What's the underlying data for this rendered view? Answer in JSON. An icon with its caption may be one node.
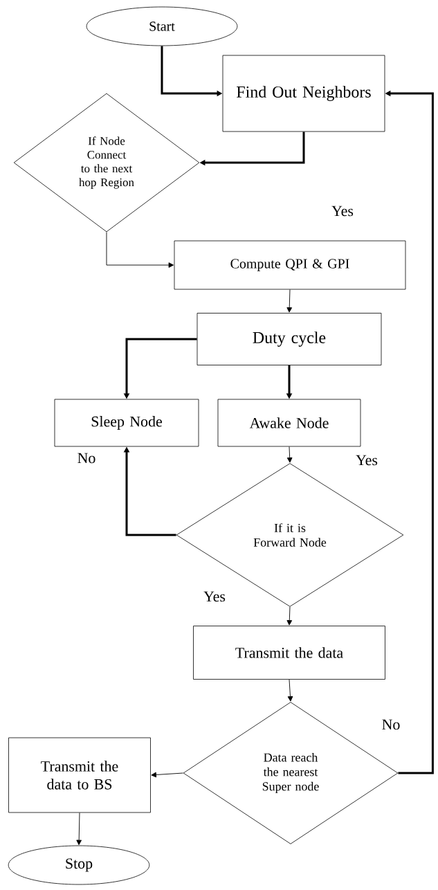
{
  "diagram": {
    "nodes": [
      {
        "text": [
          "Start"
        ]
      },
      {
        "text": [
          "Find Out Neighbors"
        ]
      },
      {
        "text": [
          "If Node Connect to the next hop Region"
        ]
      },
      {
        "text": [
          "Compute QPI & GPI"
        ]
      },
      {
        "text": [
          "Duty cycle"
        ]
      },
      {
        "text": [
          "Sleep Node"
        ]
      },
      {
        "text": [
          "Awake Node"
        ]
      },
      {
        "text": [
          "If it is Forward Node"
        ]
      },
      {
        "text": [
          "Transmit the data"
        ]
      },
      {
        "text": [
          "Data reach the nearest Super node"
        ]
      },
      {
        "text": [
          "Transmit the data to BS"
        ]
      },
      {
        "text": [
          "Stop"
        ]
      }
    ],
    "edges": [
      {
        "from": 0,
        "to": 1,
        "arrow": "to",
        "style": "thick"
      },
      {
        "from": 1,
        "to": 2,
        "arrow": "to",
        "style": "thick"
      },
      {
        "from": 2,
        "to": 3,
        "arrow": "to"
      },
      {
        "from": 3,
        "to": 4,
        "arrow": "to"
      },
      {
        "from": 4,
        "to": 5,
        "arrow": "to",
        "style": "thick"
      },
      {
        "from": 4,
        "to": 6,
        "arrow": "to",
        "style": "thick"
      },
      {
        "from": 6,
        "to": 7,
        "arrow": "to"
      },
      {
        "from": 7,
        "to": 5,
        "arrow": "to",
        "style": "thick",
        "label": "No"
      },
      {
        "from": 7,
        "to": 8,
        "arrow": "to",
        "label": "Yes"
      },
      {
        "from": 8,
        "to": 9,
        "arrow": "to"
      },
      {
        "from": 9,
        "to": 10,
        "arrow": "to"
      },
      {
        "from": 10,
        "to": 11,
        "arrow": "to"
      },
      {
        "from": 9,
        "to": 1,
        "arrow": "to",
        "style": "thick",
        "label": "No"
      }
    ],
    "labels": [
      "Yes",
      "Yes"
    ]
  }
}
